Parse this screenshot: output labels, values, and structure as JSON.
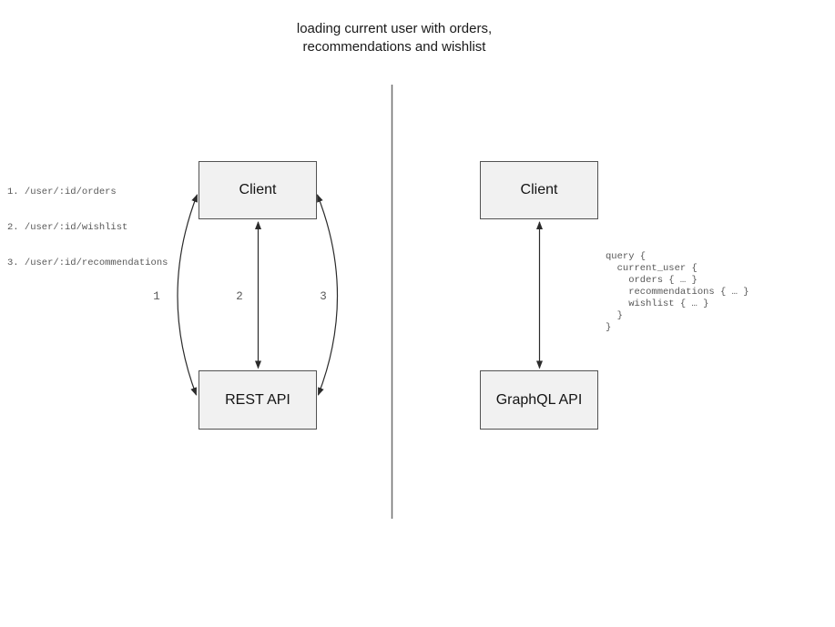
{
  "title": "loading current user with orders,\nrecommendations and wishlist",
  "colors": {
    "background": "#ffffff",
    "box_fill": "#f1f1f1",
    "box_border": "#525252",
    "arrow_stroke": "#2b2b2b",
    "divider_stroke": "#6f6f6f",
    "muted_text": "#585858",
    "title_text": "#1a1a1a"
  },
  "left_panel": {
    "endpoints": [
      "1. /user/:id/orders",
      "2. /user/:id/wishlist",
      "3. /user/:id/recommendations"
    ],
    "client_label": "Client",
    "api_label": "REST API",
    "arrow_labels": [
      "1",
      "2",
      "3"
    ]
  },
  "right_panel": {
    "client_label": "Client",
    "api_label": "GraphQL API",
    "query": "query {\n  current_user {\n    orders { … }\n    recommendations { … }\n    wishlist { … }\n  }\n}"
  }
}
